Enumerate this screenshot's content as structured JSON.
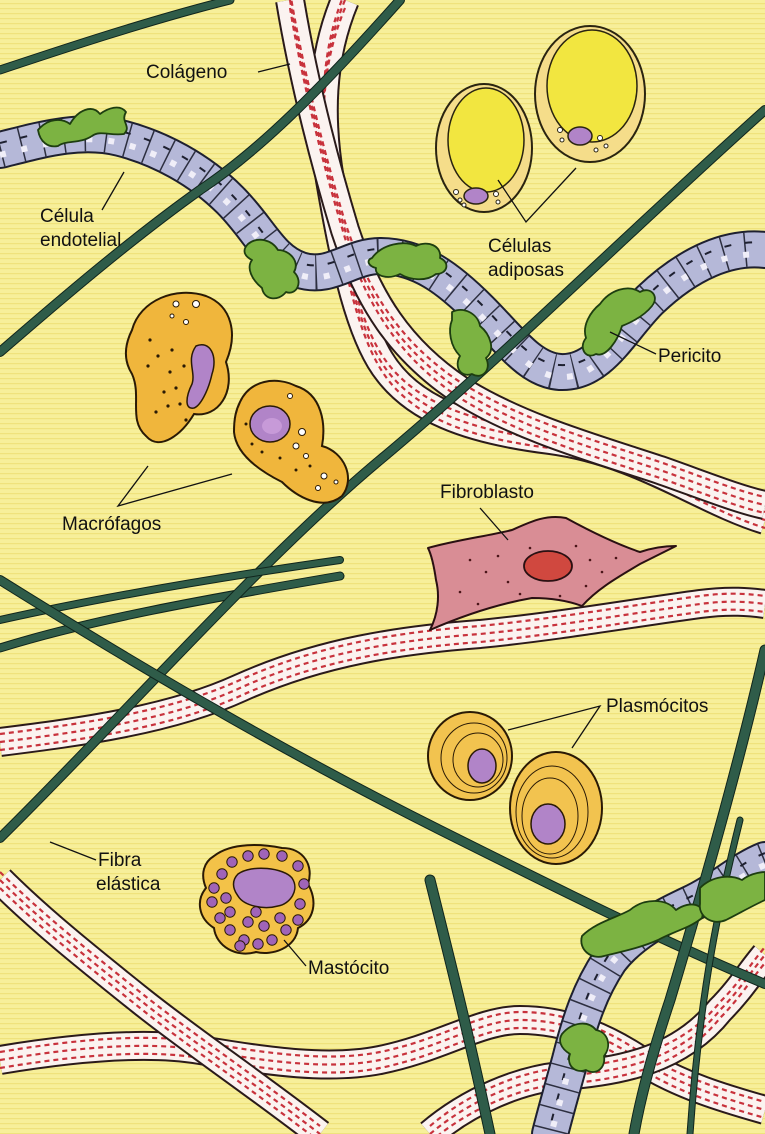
{
  "labels": {
    "colageno": "Colágeno",
    "celula_endotelial": [
      "Célula",
      "endotelial"
    ],
    "celulas_adiposas": [
      "Células",
      "adiposas"
    ],
    "pericito": "Pericito",
    "macrofagos": "Macrófagos",
    "fibroblasto": "Fibroblasto",
    "plasmocitos": "Plasmócitos",
    "fibra_elastica": [
      "Fibra",
      "elástica"
    ],
    "mastocito": "Mastócito"
  },
  "colors": {
    "background": "#f7ef9a",
    "background_line": "#efe27c",
    "elastic_fiber": "#2f5c49",
    "collagen_fill": "#fbf3f0",
    "collagen_dash": "#c8323c",
    "endothelial_fill": "#b5b8d8",
    "pericyte_fill": "#7cb342",
    "adipocyte_ring": "#f5dd8a",
    "adipocyte_fat": "#f2e640",
    "nucleus": "#b184c8",
    "macrophage_fill": "#f0b63c",
    "fibroblast_fill": "#d98d95",
    "fibroblast_nucleus": "#d0483f",
    "plasma_fill": "#f2c34f",
    "mast_fill": "#f3c248"
  }
}
